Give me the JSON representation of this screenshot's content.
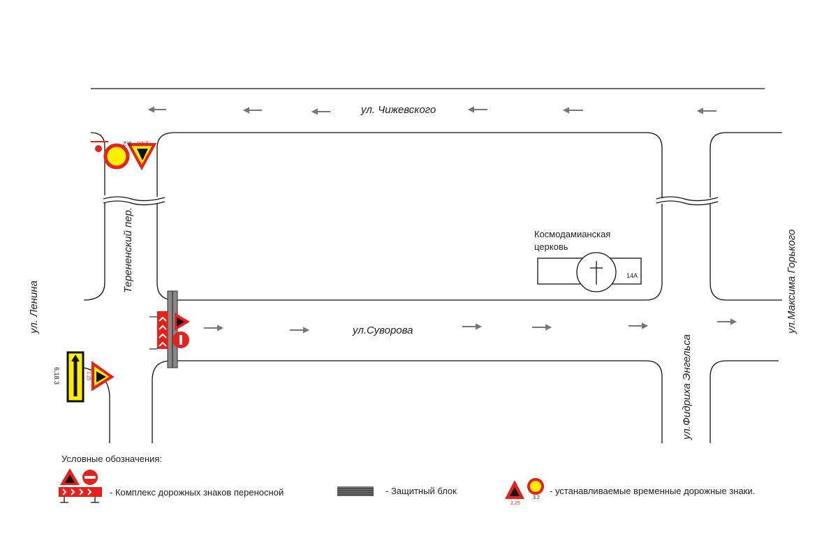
{
  "streets": {
    "chizhevskogo": "ул. Чижевского",
    "suvorova": "ул.Суворова",
    "terenenskiy": "Терененский пер.",
    "lenina": "ул. Ленина",
    "engelsa": "ул.Фидриха Энгельса",
    "gorkogo": "ул.Максима Горького"
  },
  "building": {
    "name_line1": "Космодамианская",
    "name_line2": "церковь",
    "number": "14А"
  },
  "signs": {
    "top_a": "3.2",
    "top_b": "1.25",
    "left_sign": "6.18.3",
    "left_small": "1.25"
  },
  "legend": {
    "title": "Условные обозначения:",
    "item1": "- Комплекс дорожных знаков переносной",
    "item2": "- Защитный блок",
    "item3": "- устанавливаемые временные дорожные знаки.",
    "item3_code1": "1.25",
    "item3_code2": "3.2"
  },
  "colors": {
    "sign_red": "#e8201c",
    "sign_yellow": "#ffee00",
    "arrow_gray": "#777777"
  }
}
